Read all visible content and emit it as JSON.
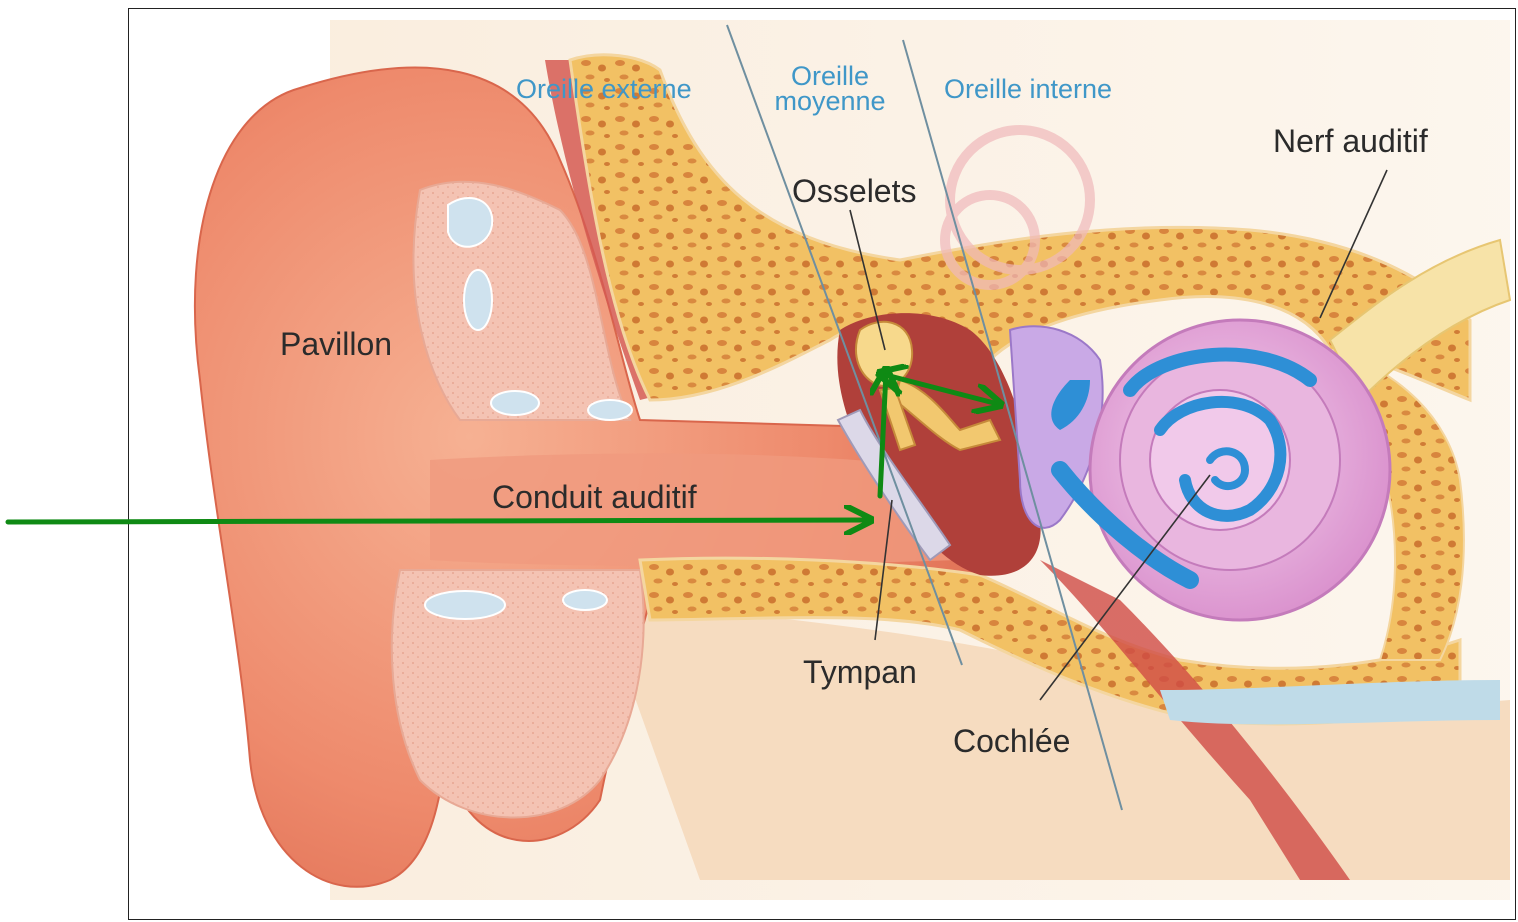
{
  "diagram": {
    "regions": {
      "external": "Oreille externe",
      "middle_line1": "Oreille",
      "middle_line2": "moyenne",
      "internal": "Oreille interne"
    },
    "parts": {
      "pinna": "Pavillon",
      "ear_canal": "Conduit auditif",
      "ossicles": "Osselets",
      "eardrum": "Tympan",
      "cochlea": "Cochlée",
      "auditory_nerve": "Nerf auditif"
    },
    "colors": {
      "arrow": "#0f8a14",
      "region_label": "#3f97c8",
      "skin": "#ee8a6c",
      "bone": "#f2c164",
      "cochlea": "#e2a6d8",
      "cochlea_canal": "#2e8fd6",
      "cartilage": "#f3c2b4"
    }
  }
}
